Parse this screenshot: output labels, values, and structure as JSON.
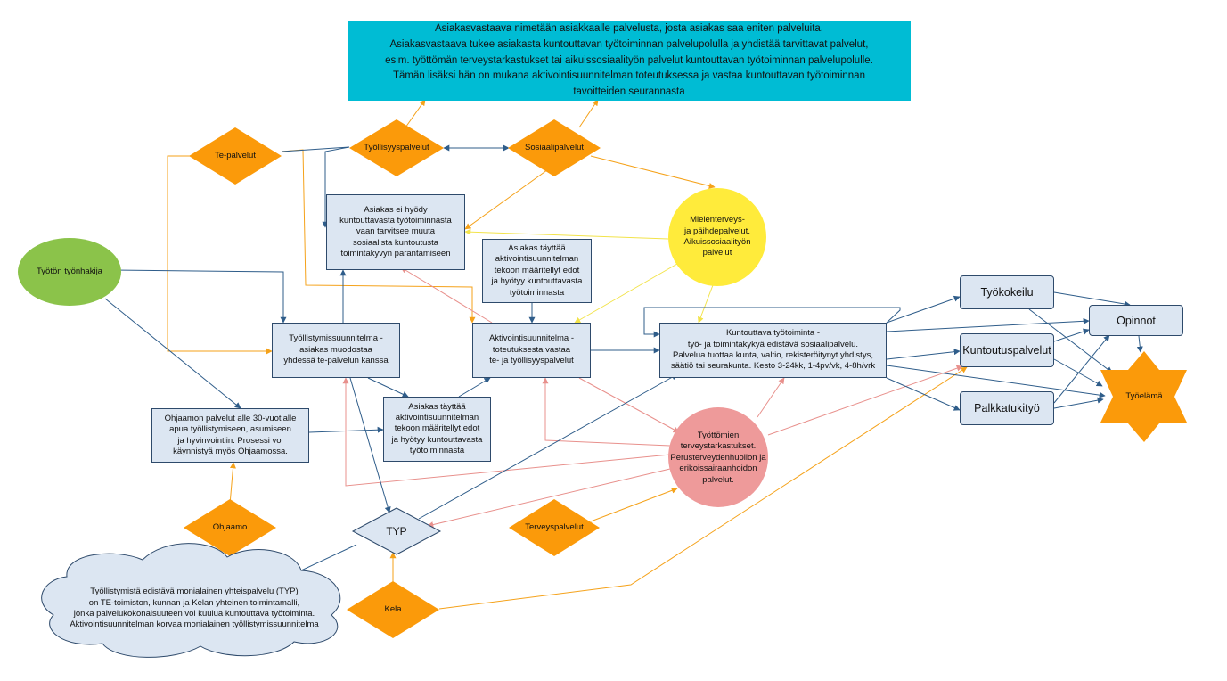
{
  "colors": {
    "arrow_blue": "#2f5d8a",
    "arrow_orange": "#f5a21a",
    "arrow_pink": "#e8908c",
    "arrow_yellow": "#f2e34a",
    "diamond_orange": "#fb9a0a",
    "box_fill": "#dce6f2",
    "box_border": "#2e4a6b",
    "banner_cyan": "#00bcd4",
    "green_ellipse": "#8bc34a",
    "yellow_circle": "#ffeb3b",
    "pink_circle": "#ee9a9a",
    "cloud_fill": "#dce6f2",
    "star_orange": "#fb9a0a"
  },
  "banner": {
    "text": "Asiakasvastaava nimetään asiakkaalle palvelusta, josta asiakas saa eniten palveluita.\nAsiakasvastaava tukee asiakasta kuntouttavan työtoiminnan palvelupolulla ja yhdistää tarvittavat palvelut,\nesim. työttömän terveystarkastukset tai aikuissosiaalityön palvelut kuntouttavan työtoiminnan palvelupolulle.\nTämän lisäksi hän on mukana aktivointisuunnitelman toteutuksessa ja vastaa kuntouttavan työtoiminnan\ntavoitteiden seurannasta"
  },
  "diamonds": {
    "te_palvelut": "Te-palvelut",
    "tyollisyyspalvelut": "Työllisyyspalvelut",
    "sosiaalipalvelut": "Sosiaalipalvelut",
    "ohjaamo": "Ohjaamo",
    "typ": "TYP",
    "terveyspalvelut": "Terveyspalvelut",
    "kela": "Kela"
  },
  "ellipse_tyoton": "Työtön työnhakija",
  "circle_mielenterveys": "Mielenterveys-\nja päihdepalvelut.\nAikuissosiaalityön\npalvelut",
  "circle_tyottomien": "Työttömien\nterveystarkastukset.\nPerusterveydenhuollon ja\nerikoissairaanhoidon\npalvelut.",
  "boxes": {
    "asiakas_ei_hyody": "Asiakas ei hyödy\nkuntouttavasta työtoiminnasta\nvaan tarvitsee muuta\nsosiaalista kuntoutusta\ntoimintakyvyn parantamiseen",
    "asiakas_tayttaa_top": "Asiakas täyttää\naktivointisuunnitelman\ntekoon määritellyt edot\nja hyötyy kuntouttavasta\ntyötoiminnasta",
    "tyollistymissuunnitelma": "Työllistymissuunnitelma -\nasiakas muodostaa\nyhdessä te-palvelun kanssa",
    "aktivointisuunnitelma": "Aktivointisuunnitelma -\ntoteutuksesta vastaa\nte- ja työllisyyspalvelut",
    "kuntouttava": "Kuntouttava työtoiminta -\ntyö- ja toimintakykyä edistävä sosiaalipalvelu.\nPalvelua tuottaa kunta, valtio, rekisteröitynyt yhdistys,\nsäätiö tai seurakunta.  Kesto 3-24kk, 1-4pv/vk, 4-8h/vrk",
    "ohjaamon_palvelut": "Ohjaamon palvelut alle 30-vuotialle\napua työllistymiseen, asumiseen\nja hyvinvointiin. Prosessi voi\nkäynnistyä myös Ohjaamossa.",
    "asiakas_tayttaa_bottom": "Asiakas täyttää\naktivointisuunnitelman\ntekoon määritellyt edot\nja hyötyy kuntouttavasta\ntyötoiminnasta",
    "tyokokeilu": "Työkokeilu",
    "opinnot": "Opinnot",
    "kuntoutuspalvelut": "Kuntoutuspalvelut",
    "palkkatukityo": "Palkkatukityö"
  },
  "star_tyoelama": "Työelämä",
  "cloud_typ": "Työllistymistä edistävä monialainen yhteispalvelu (TYP)\non TE-toimiston, kunnan ja Kelan yhteinen toimintamalli,\njonka palvelukokonaisuuteen voi kuulua kuntouttava työtoiminta.\nAktivointisuunnitelman korvaa monialainen työllistymissuunnitelma"
}
